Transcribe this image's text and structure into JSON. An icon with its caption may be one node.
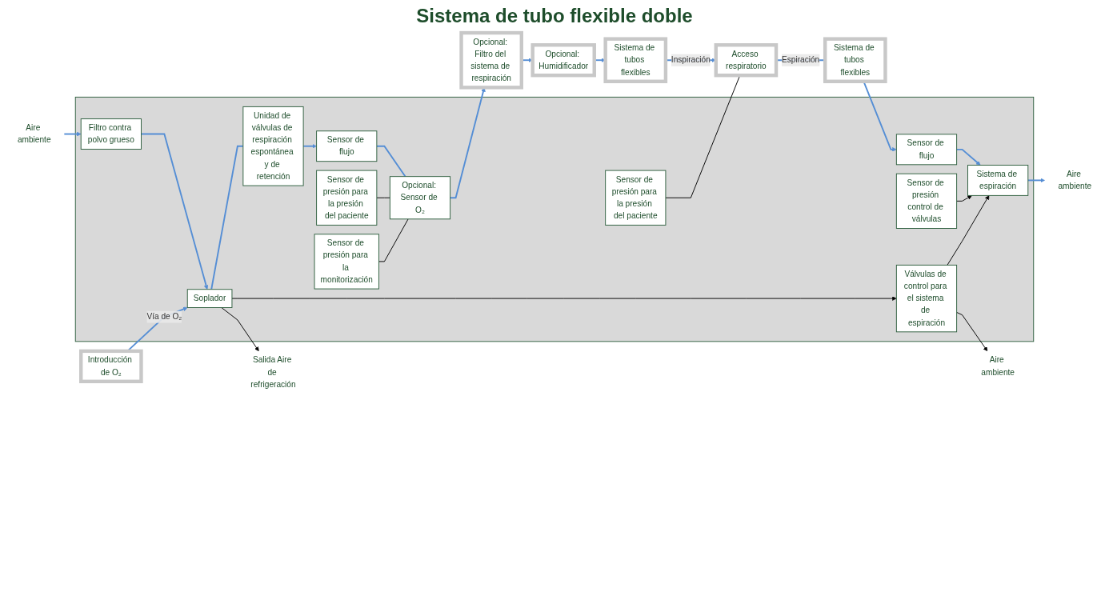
{
  "diagram": {
    "title": "Sistema de tubo flexible doble",
    "nodes": [
      {
        "text": [],
        "shape": "box"
      },
      {
        "text": [
          "Introducción de O₂"
        ]
      },
      {
        "text": [
          "Aire ambiente"
        ]
      },
      {
        "text": [
          "Aire ambiente"
        ]
      },
      {
        "text": [
          "Sistema de espiración"
        ],
        "in": 0
      },
      {
        "text": [
          "Sensor de flujo"
        ],
        "in": 0
      },
      {
        "text": [
          "Sistema de tubos flexibles"
        ]
      },
      {
        "text": [
          "Acceso respiratorio"
        ]
      },
      {
        "text": [
          "Sensor de presión control de válvulas"
        ],
        "in": 0
      },
      {
        "text": [
          "Sensor de presión para la presión del paciente"
        ],
        "in": 0
      },
      {
        "text": [
          "Válvulas de control para el sistema de espiración"
        ],
        "in": 0
      },
      {
        "text": [
          "Aire ambiente"
        ]
      },
      {
        "text": [
          "Filtro contra polvo grueso"
        ],
        "in": 0
      },
      {
        "text": [
          "Soplador"
        ],
        "in": 0
      },
      {
        "text": [
          "Unidad de válvulas de respiración espontánea y de retención"
        ],
        "in": 0
      },
      {
        "text": [
          "Sensor de flujo"
        ],
        "in": 0
      },
      {
        "text": [
          "Opcional: Sensor de O₂"
        ],
        "in": 0
      },
      {
        "text": [
          "Opcional: Filtro del sistema de respiración"
        ]
      },
      {
        "text": [
          "Opcional: Humidificador"
        ]
      },
      {
        "text": [
          "Sistema de tubos flexibles"
        ]
      },
      {
        "text": [
          "Sensor de presión para la presión del paciente"
        ],
        "in": 0
      },
      {
        "text": [
          "Sensor de presión para la monitorización"
        ],
        "in": 0
      },
      {
        "text": [
          "Salida Aire de refrigeración"
        ]
      }
    ],
    "edges": [
      {
        "from": 11,
        "to": 12,
        "arrow": "to"
      },
      {
        "from": 12,
        "to": 13,
        "arrow": "to"
      },
      {
        "from": 1,
        "to": 13,
        "arrow": "to",
        "label": "Vía de O₂"
      },
      {
        "from": 13,
        "to": 14,
        "arrow": "none"
      },
      {
        "from": 14,
        "to": 15,
        "arrow": "to"
      },
      {
        "from": 15,
        "to": 16,
        "arrow": "none"
      },
      {
        "from": 16,
        "to": 17,
        "arrow": "to"
      },
      {
        "from": 17,
        "to": 18,
        "arrow": "to"
      },
      {
        "from": 18,
        "to": 19,
        "arrow": "to"
      },
      {
        "from": 19,
        "to": 7,
        "arrow": "to",
        "label": "Inspiración"
      },
      {
        "from": 7,
        "to": 6,
        "arrow": "none",
        "label": "Espiración"
      },
      {
        "from": 6,
        "to": 5,
        "arrow": "to"
      },
      {
        "from": 5,
        "to": 4,
        "arrow": "to"
      },
      {
        "from": 4,
        "to": 3,
        "arrow": "to"
      },
      {
        "from": 13,
        "to": 10,
        "arrow": "to",
        "color": "#000000"
      },
      {
        "from": 10,
        "to": 2,
        "arrow": "to",
        "color": "#000000"
      },
      {
        "from": 8,
        "to": 4,
        "arrow": "to",
        "color": "#000000"
      },
      {
        "from": 10,
        "to": 4,
        "arrow": "to",
        "color": "#000000"
      },
      {
        "from": 9,
        "to": 7,
        "arrow": "none",
        "color": "#000000"
      },
      {
        "from": 13,
        "to": 22,
        "arrow": "to",
        "color": "#000000"
      },
      {
        "from": 20,
        "to": 16,
        "arrow": "none",
        "color": "#000000"
      },
      {
        "from": 21,
        "to": 16,
        "arrow": "none",
        "color": "#000000"
      }
    ]
  }
}
